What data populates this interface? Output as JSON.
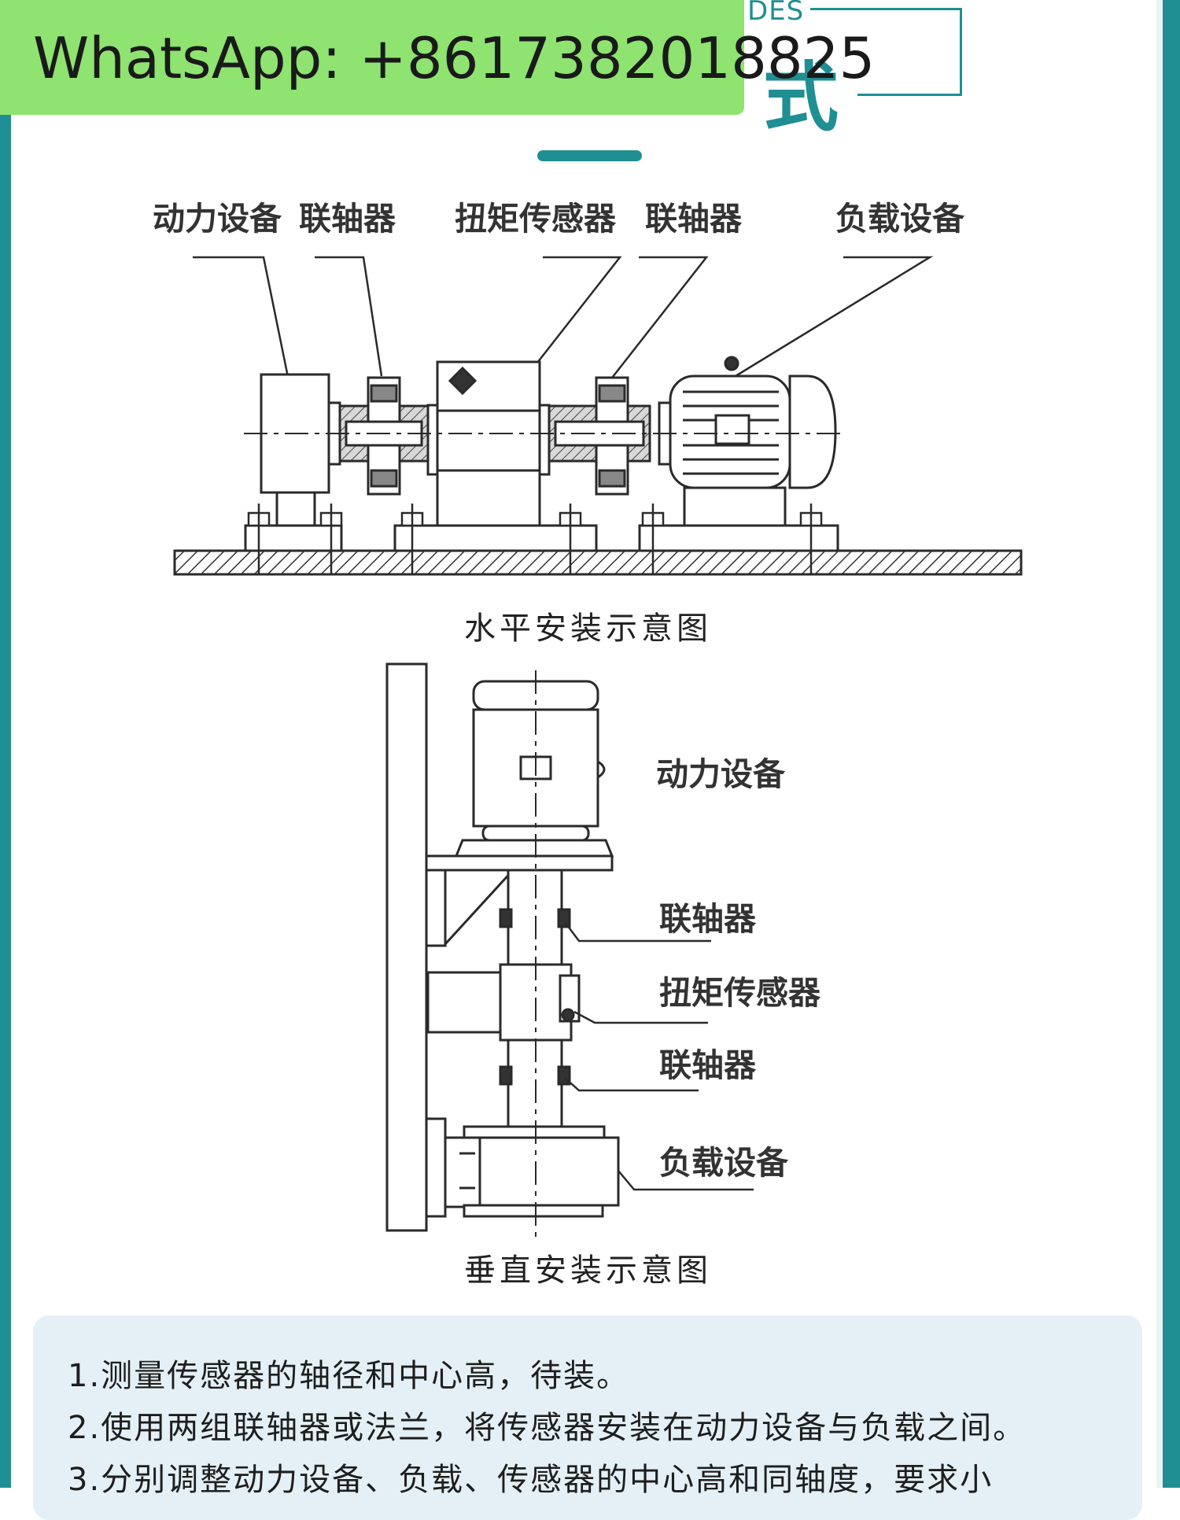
{
  "header": {
    "code_text": "DES",
    "title_char": "式"
  },
  "watermark": {
    "text": "WhatsApp: +8617382018825"
  },
  "horizontal": {
    "labels": [
      "动力设备",
      "联轴器",
      "扭矩传感器",
      "联轴器",
      "负载设备"
    ],
    "caption": "水平安装示意图"
  },
  "vertical": {
    "labels": [
      "动力设备",
      "联轴器",
      "扭矩传感器",
      "联轴器",
      "负载设备"
    ],
    "caption": "垂直安装示意图"
  },
  "notes": [
    "1.测量传感器的轴径和中心高，待装。",
    "2.使用两组联轴器或法兰，将传感器安装在动力设备与负载之间。",
    "3.分别调整动力设备、负载、传感器的中心高和同轴度，要求小"
  ],
  "colors": {
    "accent": "#1f8f93",
    "watermark_bg": "#8fe370",
    "note_bg": "#e4f0f6"
  }
}
